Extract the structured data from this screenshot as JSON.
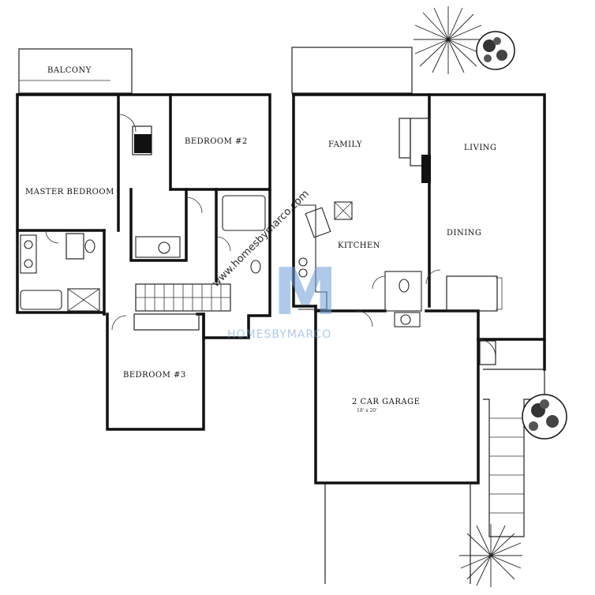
{
  "rooms": {
    "balcony": "BALCONY",
    "master_bedroom": "MASTER BEDROOM",
    "bedroom2": "BEDROOM #2",
    "bedroom3": "BEDROOM #3",
    "family": "FAMILY",
    "living": "LIVING",
    "kitchen": "KITCHEN",
    "dining": "DINING",
    "garage": "2 CAR GARAGE",
    "garage_dims": "18' x 20'"
  },
  "watermark": {
    "url": "www.homesbymarco.com",
    "brand": "HOMESBYMARCO",
    "monogram": "M",
    "color": "#6f9fd6"
  },
  "colors": {
    "lines": "#111111",
    "background": "#ffffff"
  }
}
